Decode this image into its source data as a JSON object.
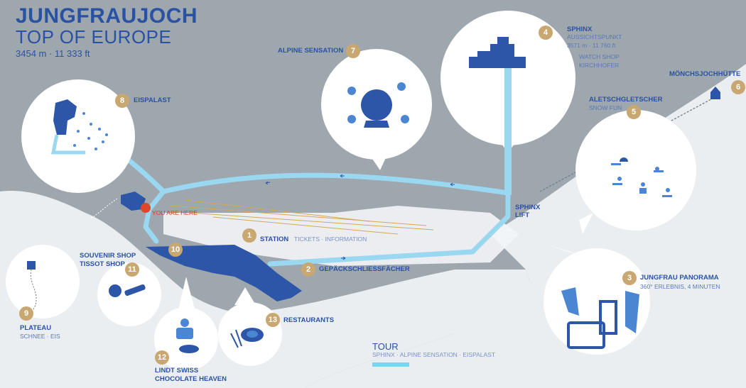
{
  "header": {
    "title": "JUNGFRAUJOCH",
    "subtitle": "TOP OF EUROPE",
    "elevation": "3454 m · 11 333 ft"
  },
  "you_are_here": "YOU ARE HERE",
  "points": [
    {
      "number": "1",
      "name": "STATION",
      "details": "TICKETS · INFORMATION"
    },
    {
      "number": "2",
      "name": "GEPÄCKSCHLIESSFÄCHER"
    },
    {
      "number": "3",
      "name": "JUNGFRAU PANORAMA",
      "details": "360° ERLEBNIS, 4 MINUTEN"
    },
    {
      "number": "4",
      "name": "SPHINX",
      "details": "AUSSICHTSPUNKT",
      "elevation": "3571 m · 11 760 ft",
      "extra1": "WATCH SHOP",
      "extra2": "KIRCHHOFER"
    },
    {
      "number": "5",
      "name": "ALETSCHGLETSCHER",
      "details": "SNOW FUN"
    },
    {
      "number": "6",
      "name": "MÖNCHSJOCHHÜTTE"
    },
    {
      "number": "7",
      "name": "ALPINE SENSATION"
    },
    {
      "number": "8",
      "name": "EISPALAST"
    },
    {
      "number": "9",
      "name": "PLATEAU",
      "details": "SCHNEE · EIS"
    },
    {
      "number": "10",
      "name": ""
    },
    {
      "number": "11",
      "name": "SOUVENIR SHOP",
      "name2": "TISSOT SHOP"
    },
    {
      "number": "12",
      "name": "LINDT SWISS",
      "name2": "CHOCOLATE HEAVEN"
    },
    {
      "number": "13",
      "name": "RESTAURANTS"
    }
  ],
  "sphinx_lift": {
    "line1": "SPHINX",
    "line2": "LIFT"
  },
  "tour": {
    "title": "TOUR",
    "stops": "SPHINX · ALPINE SENSATION · EISPALAST"
  },
  "colors": {
    "map_background": "#9ea6ae",
    "snow": "#ebeef1",
    "path": "#9ad7f0",
    "building": "#2d56a8",
    "label": "#2a52a3",
    "number_badge": "#c9a770",
    "you_are_here": "#e0462c"
  },
  "icons": [
    "first-aid-icon",
    "toilets-icon",
    "wheelchair-icon",
    "cocktail-icon",
    "restaurant-icon",
    "train-icon",
    "locker-icon",
    "skier-icon",
    "hut-icon",
    "hikers-icon",
    "film-icon",
    "watch-icon",
    "knife-icon",
    "chef-icon",
    "plate-icon",
    "flag-icon"
  ]
}
